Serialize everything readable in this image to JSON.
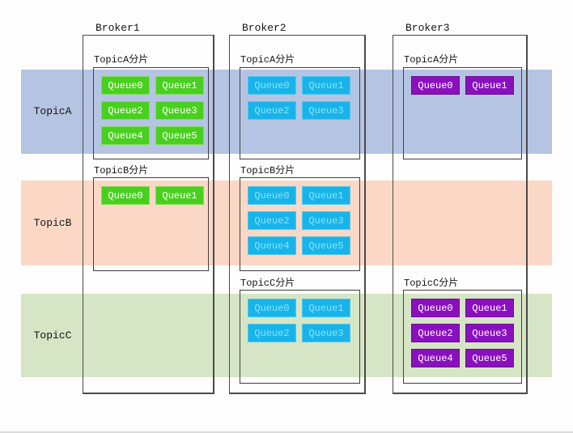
{
  "diagram": {
    "topics": [
      {
        "label": "TopicA",
        "band_color": "#b6c4e3"
      },
      {
        "label": "TopicB",
        "band_color": "#fbd8c6"
      },
      {
        "label": "TopicC",
        "band_color": "#d6e5c5"
      }
    ],
    "brokers": [
      {
        "name": "Broker1",
        "queue_color": "#49d01f",
        "queue_border_color": "#7fdd55",
        "queue_text_color": "#ffffff",
        "shards": [
          {
            "label": "TopicA分片",
            "topic": "TopicA",
            "queues": [
              "Queue0",
              "Queue1",
              "Queue2",
              "Queue3",
              "Queue4",
              "Queue5"
            ]
          },
          {
            "label": "TopicB分片",
            "topic": "TopicB",
            "queues": [
              "Queue0",
              "Queue1"
            ]
          }
        ]
      },
      {
        "name": "Broker2",
        "queue_color": "#18b4e9",
        "queue_border_color": "#4cc9ef",
        "queue_text_color": "#8ce4f8",
        "shards": [
          {
            "label": "TopicA分片",
            "topic": "TopicA",
            "queues": [
              "Queue0",
              "Queue1",
              "Queue2",
              "Queue3"
            ]
          },
          {
            "label": "TopicB分片",
            "topic": "TopicB",
            "queues": [
              "Queue0",
              "Queue1",
              "Queue2",
              "Queue3",
              "Queue4",
              "Queue5"
            ]
          },
          {
            "label": "TopicC分片",
            "topic": "TopicC",
            "queues": [
              "Queue0",
              "Queue1",
              "Queue2",
              "Queue3"
            ]
          }
        ]
      },
      {
        "name": "Broker3",
        "queue_color": "#8a10bd",
        "queue_border_color": "#6d0b96",
        "queue_text_color": "#ffffff",
        "shards": [
          {
            "label": "TopicA分片",
            "topic": "TopicA",
            "queues": [
              "Queue0",
              "Queue1"
            ]
          },
          {
            "label": "TopicC分片",
            "topic": "TopicC",
            "queues": [
              "Queue0",
              "Queue1",
              "Queue2",
              "Queue3",
              "Queue4",
              "Queue5"
            ]
          }
        ]
      }
    ]
  }
}
